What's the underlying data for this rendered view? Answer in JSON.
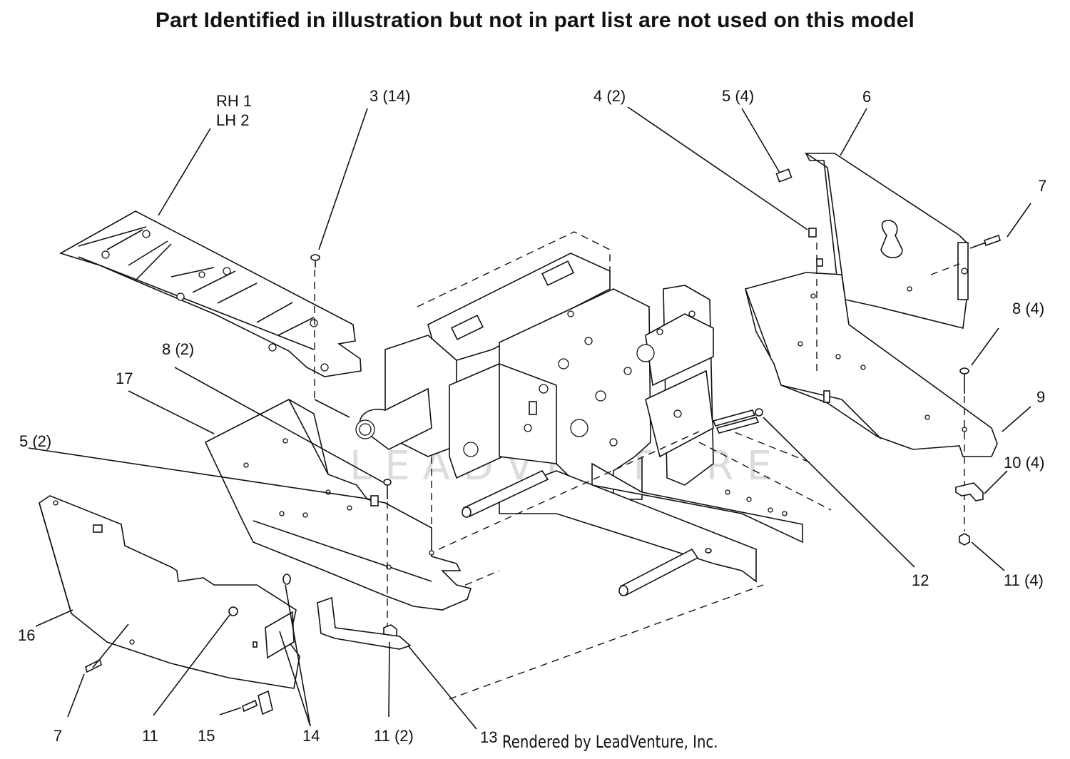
{
  "header": {
    "note": "Part Identified in illustration but not in part list are not used on this model"
  },
  "callouts": {
    "rh1": "RH 1",
    "lh2": "LH 2",
    "c3": "3 (14)",
    "c4": "4 (2)",
    "c5a": "5 (4)",
    "c6": "6",
    "c7a": "7",
    "c8a": "8 (4)",
    "c9": "9",
    "c10": "10 (4)",
    "c11a": "11 (4)",
    "c12": "12",
    "c8b": "8 (2)",
    "c17": "17",
    "c5b": "5 (2)",
    "c16": "16",
    "c7b": "7",
    "c11b": "11",
    "c15": "15",
    "c14": "14",
    "c11c": "11 (2)",
    "c13": "13"
  },
  "watermark": {
    "text": "LEADVENTURE"
  },
  "footer": {
    "credit": "Rendered by LeadVenture, Inc."
  }
}
